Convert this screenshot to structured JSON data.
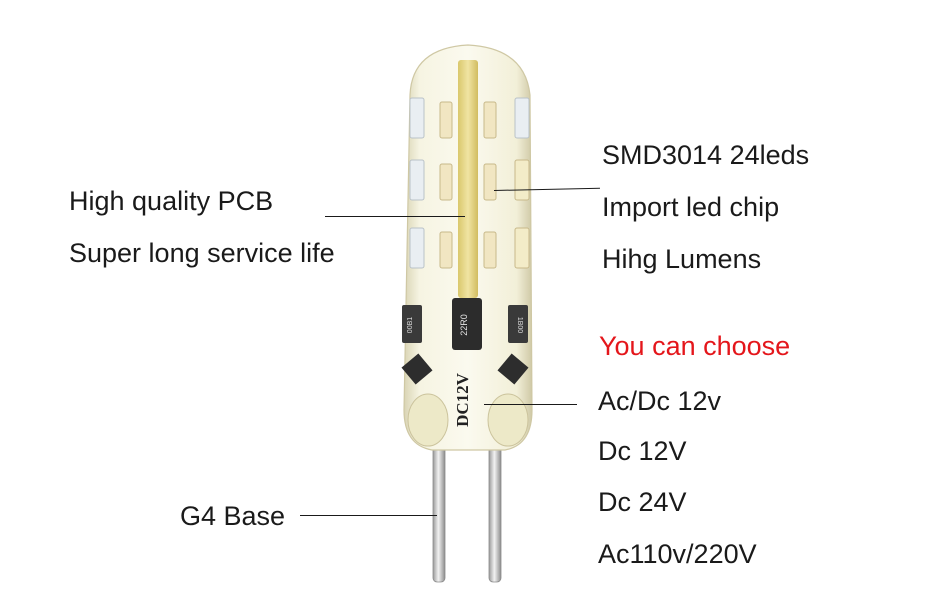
{
  "left_labels": {
    "pcb": "High quality PCB",
    "life": "Super long service life",
    "base": "G4 Base"
  },
  "right_labels": {
    "smd": "SMD3014 24leds",
    "chip": "Import led chip",
    "lumens": "Hihg Lumens"
  },
  "choose": {
    "heading": "You can choose",
    "options": [
      "Ac/Dc 12v",
      "Dc 12V",
      "Dc 24V",
      "Ac110v/220V"
    ]
  },
  "bulb_marks": {
    "voltage": "DC12V",
    "resistor": "22R0",
    "smd_left": "00B1",
    "smd_right": "1B00"
  },
  "colors": {
    "text": "#1a1a1a",
    "accent": "#e4161b",
    "silicone": "#f4f1d2",
    "pcb": "#e8d87a"
  }
}
